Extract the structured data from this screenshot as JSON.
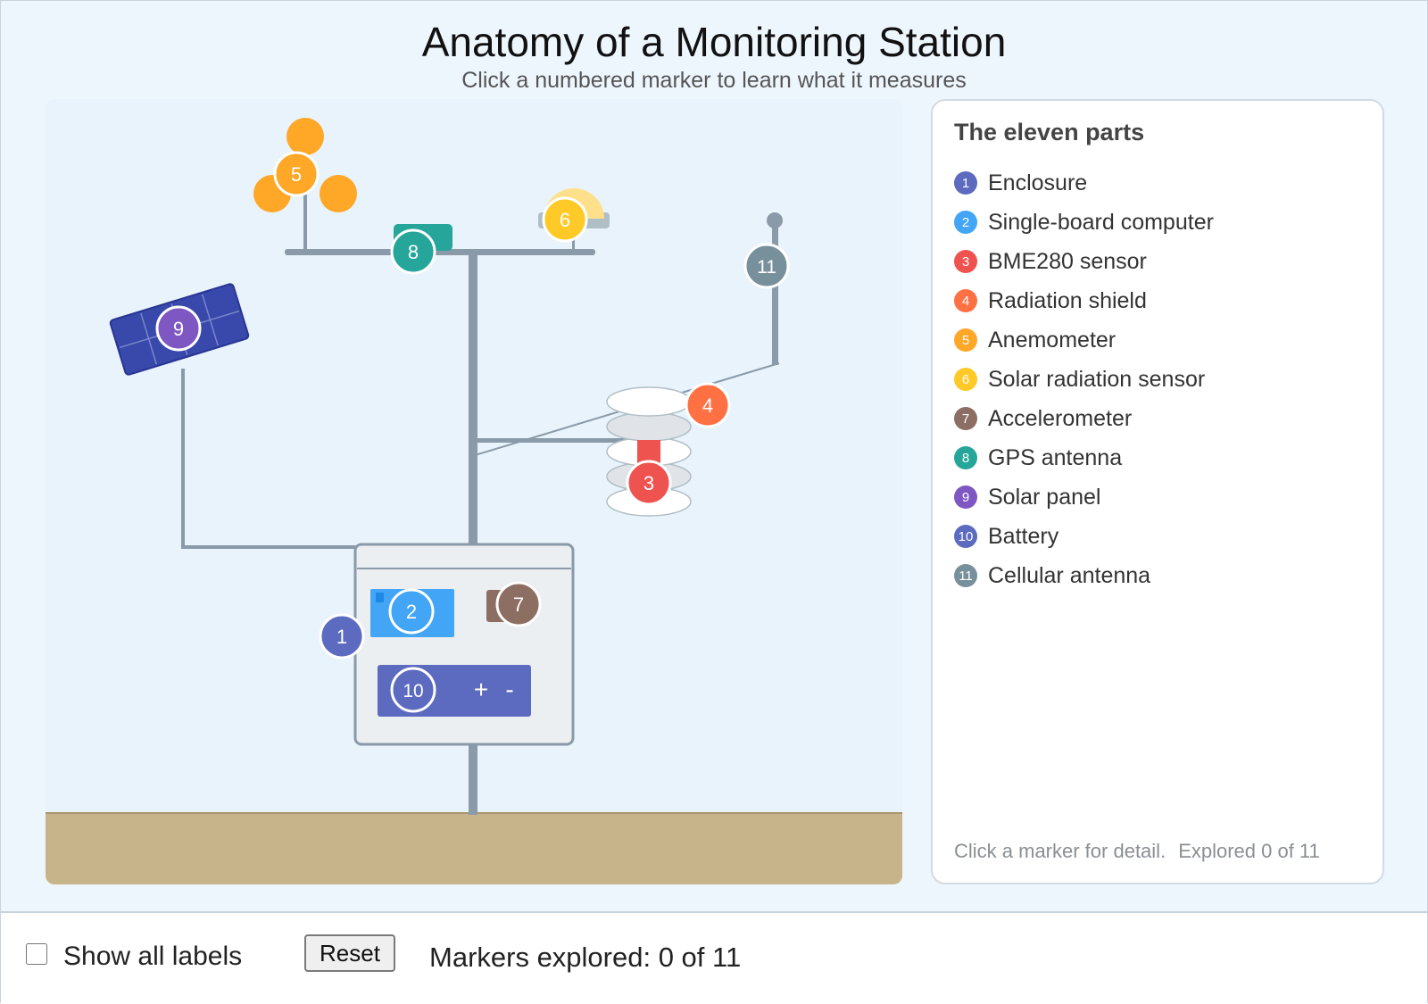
{
  "header": {
    "title": "Anatomy of a Monitoring Station",
    "subtitle": "Click a numbered marker to learn what it measures"
  },
  "panel": {
    "title": "The eleven parts",
    "footer_hint": "Click a marker for detail.",
    "footer_progress": "Explored 0 of 11"
  },
  "parts": [
    {
      "number": "1",
      "name": "Enclosure",
      "color": "#5c6bc0",
      "icon": "enclosure-box"
    },
    {
      "number": "2",
      "name": "Single-board computer",
      "color": "#42a5f5",
      "icon": "circuit-board"
    },
    {
      "number": "3",
      "name": "BME280 sensor",
      "color": "#ef5350",
      "icon": "sensor-chip"
    },
    {
      "number": "4",
      "name": "Radiation shield",
      "color": "#ff7043",
      "icon": "stacked-plates"
    },
    {
      "number": "5",
      "name": "Anemometer",
      "color": "#ffa726",
      "icon": "wind-cups"
    },
    {
      "number": "6",
      "name": "Solar radiation sensor",
      "color": "#ffca28",
      "icon": "pyranometer-dome"
    },
    {
      "number": "7",
      "name": "Accelerometer",
      "color": "#8d6e63",
      "icon": "chip"
    },
    {
      "number": "8",
      "name": "GPS antenna",
      "color": "#26a69a",
      "icon": "gps-puck"
    },
    {
      "number": "9",
      "name": "Solar panel",
      "color": "#7e57c2",
      "icon": "solar-panel"
    },
    {
      "number": "10",
      "name": "Battery",
      "color": "#5c6bc0",
      "icon": "battery"
    },
    {
      "number": "11",
      "name": "Cellular antenna",
      "color": "#78909c",
      "icon": "antenna-mast"
    }
  ],
  "battery_terminals": {
    "plus": "+",
    "minus": "-"
  },
  "controls": {
    "show_labels_label": "Show all labels",
    "show_labels_checked": false,
    "reset_label": "Reset",
    "status_text": "Markers explored: 0 of 11"
  },
  "progress": {
    "explored": 0,
    "total": 11
  },
  "colors": {
    "background": "#eef6fd",
    "ground": "#c8b48a",
    "pole": "#8a9aa8",
    "enclosure": "#eceff1"
  }
}
